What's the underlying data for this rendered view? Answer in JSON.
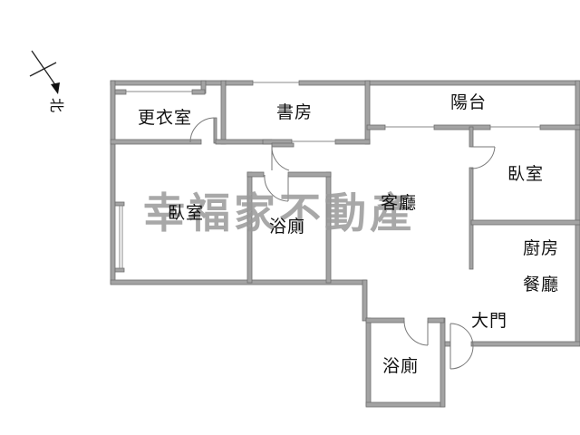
{
  "compass": {
    "label": "北",
    "icon": "north-arrow-icon"
  },
  "watermark": {
    "text": "幸福家不動產",
    "color": "#9a9a9a"
  },
  "rooms": [
    {
      "id": "walk-in-closet",
      "label": "更衣室"
    },
    {
      "id": "study",
      "label": "書房"
    },
    {
      "id": "balcony",
      "label": "陽台"
    },
    {
      "id": "bedroom-right",
      "label": "臥室"
    },
    {
      "id": "bedroom-left",
      "label": "臥室"
    },
    {
      "id": "bathroom-center",
      "label": "浴廁"
    },
    {
      "id": "living-room",
      "label": "客廳"
    },
    {
      "id": "kitchen",
      "label": "廚房"
    },
    {
      "id": "dining-room",
      "label": "餐廳"
    },
    {
      "id": "main-door",
      "label": "大門"
    },
    {
      "id": "bathroom-bottom",
      "label": "浴廁"
    }
  ],
  "colors": {
    "wall": "#9a9a9a",
    "wall_outline": "#6e6e6e",
    "window": "#888888",
    "door_arc": "#777777",
    "background": "#ffffff"
  }
}
